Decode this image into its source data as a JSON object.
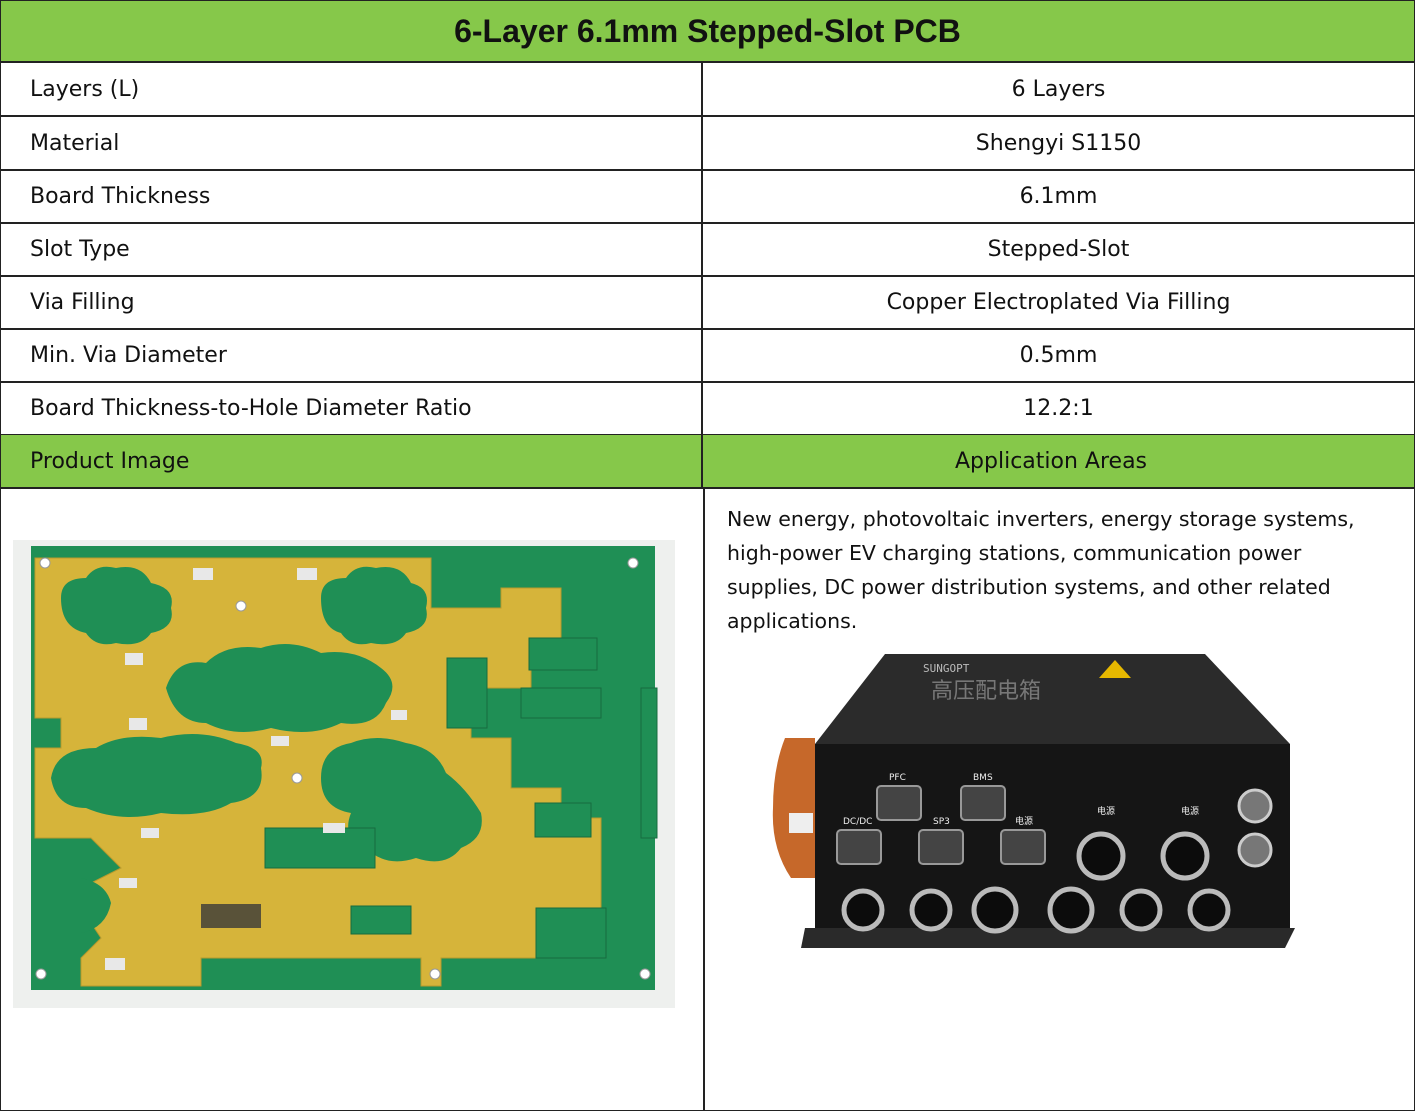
{
  "title": "6-Layer 6.1mm Stepped-Slot PCB",
  "specs": [
    {
      "label": "Layers (L)",
      "value": "6 Layers"
    },
    {
      "label": "Material",
      "value": "Shengyi S1150"
    },
    {
      "label": "Board Thickness",
      "value": "6.1mm"
    },
    {
      "label": "Slot Type",
      "value": "Stepped-Slot"
    },
    {
      "label": "Via Filling",
      "value": "Copper Electroplated Via Filling"
    },
    {
      "label": "Min. Via Diameter",
      "value": "0.5mm"
    },
    {
      "label": "Board Thickness-to-Hole Diameter Ratio",
      "value": "12.2:1"
    }
  ],
  "section_headers": {
    "left": "Product Image",
    "right": "Application Areas"
  },
  "application_text": "New energy, photovoltaic inverters, energy storage systems, high-power EV charging stations, communication power supplies, DC power distribution systems, and other related applications.",
  "box": {
    "brand": "SUNGOPT",
    "name": "高压配电箱",
    "ports": [
      "PFC",
      "BMS",
      "DC/DC",
      "SP3",
      "电源",
      "电源",
      "电源"
    ]
  },
  "colors": {
    "header_green": "#86c84a",
    "pcb_green": "#1f8f55",
    "pcb_yellow": "#d6b43a"
  }
}
